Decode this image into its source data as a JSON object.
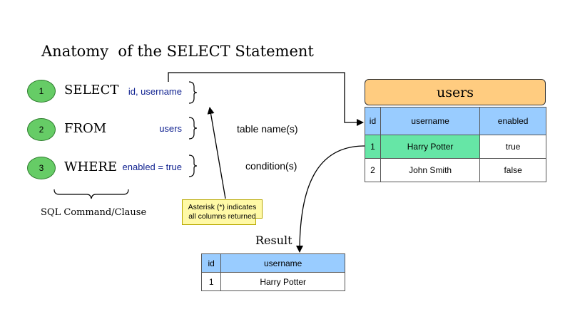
{
  "title": "Anatomy  of the SELECT Statement",
  "clauses": [
    {
      "num": "1",
      "keyword": "SELECT",
      "value": "id, username",
      "desc": ""
    },
    {
      "num": "2",
      "keyword": "FROM",
      "value": "users",
      "desc": "table name(s)"
    },
    {
      "num": "3",
      "keyword": "WHERE",
      "value": "enabled = true",
      "desc": "condition(s)"
    }
  ],
  "clause_label": "SQL Command/Clause",
  "note": {
    "line1": "Asterisk (*)  indicates",
    "line2": "all columns returned"
  },
  "users_table": {
    "title": "users",
    "headers": [
      "id",
      "username",
      "enabled"
    ],
    "rows": [
      [
        "1",
        "Harry Potter",
        "true"
      ],
      [
        "2",
        "John Smith",
        "false"
      ]
    ]
  },
  "result": {
    "title": "Result",
    "headers": [
      "id",
      "username"
    ],
    "rows": [
      [
        "1",
        "Harry Potter"
      ]
    ]
  },
  "colors": {
    "number_circle": "#66cc66",
    "table_header": "#99ccff",
    "users_title": "#ffcc80",
    "highlight_row": "#66e6a6",
    "note_bg": "#fff9a6",
    "value_text": "#0d1f8f"
  }
}
